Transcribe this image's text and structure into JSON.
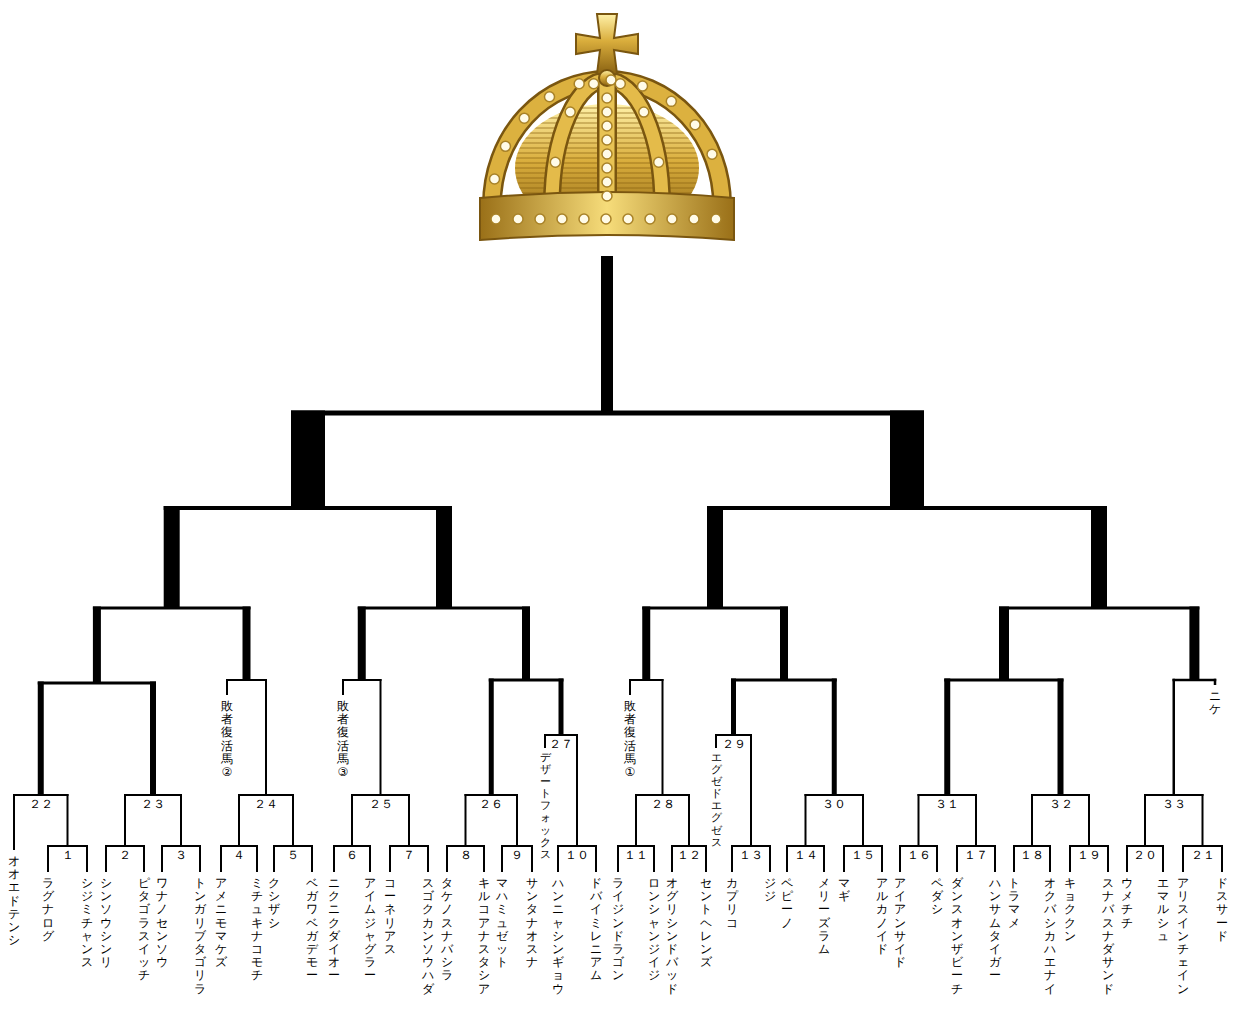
{
  "diagram": {
    "labels": [
      "敗者復活馬②",
      "敗者復活馬③",
      "２７",
      "デザートフォックス",
      "敗者復活馬①",
      "２９",
      "エグゼドエグゼス",
      "ニケ",
      "２２",
      "２３",
      "２４",
      "２５",
      "２６",
      "２８",
      "３０",
      "３１",
      "３２",
      "３３",
      "１",
      "２",
      "３",
      "４",
      "５",
      "６",
      "７",
      "８",
      "９",
      "１０",
      "１１",
      "１２",
      "１３",
      "１４",
      "１５",
      "１６",
      "１７",
      "１８",
      "１９",
      "２０",
      "２１",
      "オオエドテンシ",
      "ラグナログ",
      "シジミチャンス",
      "シンソウシンリ",
      "ピタゴラスイッチ",
      "ワナノセンソウ",
      "トンガリブタゴリラ",
      "アメニモマケズ",
      "ミチュキナコモチ",
      "クシザシ",
      "ベガワベガデモー",
      "ニクニクダイオー",
      "アイムジャグラー",
      "コーネリアス",
      "スゴクカンソウハダ",
      "タケノスナバシラ",
      "キルコアナスタシア",
      "マハミュゼット",
      "サンタナオスナ",
      "ハンニャシンギョウ",
      "ドバイミレニアム",
      "ライジンドラゴン",
      "ロンシャンジイジ",
      "オグリシンドバッド",
      "セントヘレンズ",
      "カプリコ",
      "ジジ",
      "ペピーノ",
      "メリーズラム",
      "マギ",
      "アルカノイド",
      "アイアンサイド",
      "ペダシ",
      "ダンスオンザビーチ",
      "ハンサムタイガー",
      "トラマメ",
      "オクバシカハエナイ",
      "キョククン",
      "スナバスナダサンド",
      "ウメチチ",
      "エマルシュ",
      "アリスインチェイン",
      "ドスサード"
    ]
  }
}
